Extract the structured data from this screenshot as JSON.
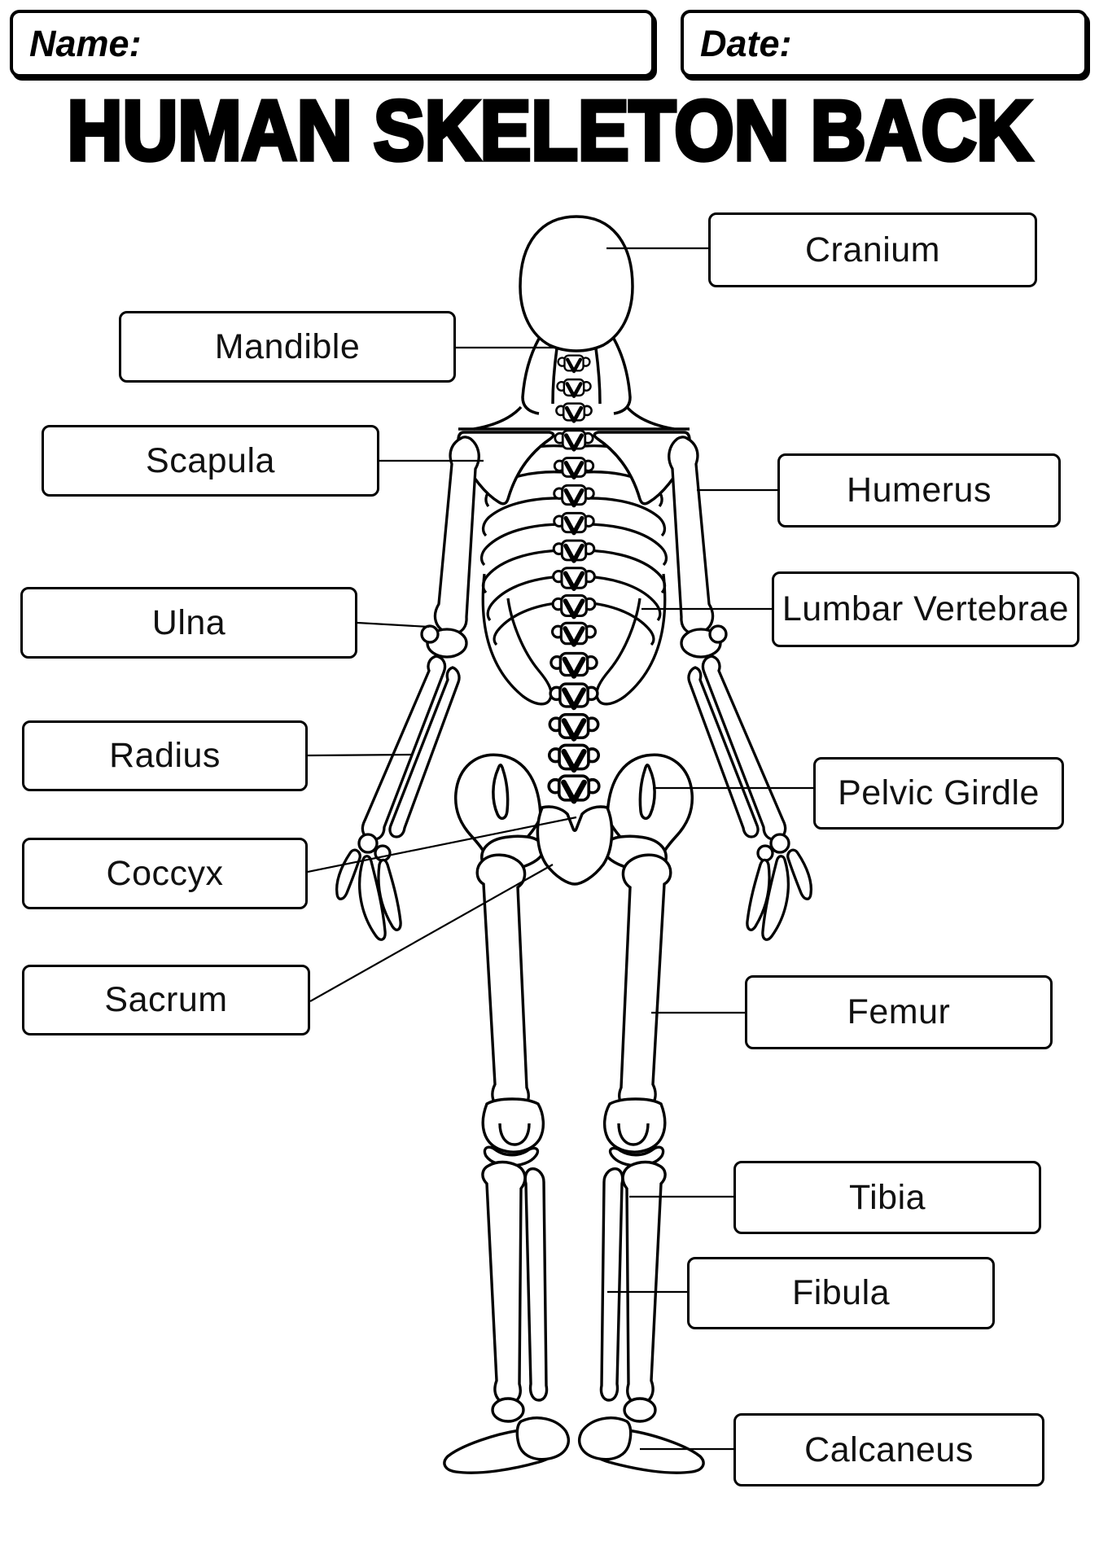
{
  "page": {
    "background": "#ffffff",
    "ink": "#000000"
  },
  "header": {
    "name_label": "Name:",
    "date_label": "Date:"
  },
  "title": "HUMAN SKELETON BACK",
  "diagram": {
    "figure_name": "human-skeleton-back-view",
    "bone_labels": [
      {
        "id": "cranium",
        "text": "Cranium"
      },
      {
        "id": "mandible",
        "text": "Mandible"
      },
      {
        "id": "scapula",
        "text": "Scapula"
      },
      {
        "id": "humerus",
        "text": "Humerus"
      },
      {
        "id": "ulna",
        "text": "Ulna"
      },
      {
        "id": "lumbar-vertebrae",
        "text": "Lumbar Vertebrae"
      },
      {
        "id": "radius",
        "text": "Radius"
      },
      {
        "id": "pelvic-girdle",
        "text": "Pelvic Girdle"
      },
      {
        "id": "coccyx",
        "text": "Coccyx"
      },
      {
        "id": "sacrum",
        "text": "Sacrum"
      },
      {
        "id": "femur",
        "text": "Femur"
      },
      {
        "id": "tibia",
        "text": "Tibia"
      },
      {
        "id": "fibula",
        "text": "Fibula"
      },
      {
        "id": "calcaneus",
        "text": "Calcaneus"
      }
    ]
  }
}
